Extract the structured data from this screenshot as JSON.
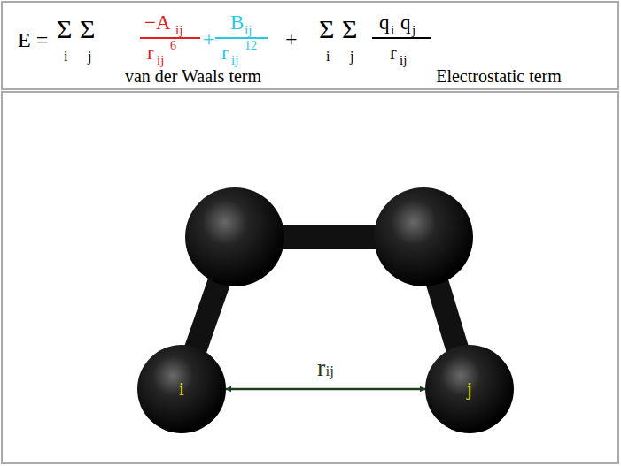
{
  "diagram": {
    "nodes": [
      {
        "text": [
          "i"
        ]
      },
      {
        "text": [
          "j"
        ]
      }
    ],
    "edges": [
      {
        "from": 0,
        "to": 1,
        "arrow": "both",
        "label": "rij"
      }
    ],
    "labels": [
      "E =",
      "Σ",
      "Σ",
      "i",
      "j",
      "−A",
      "ij",
      "r",
      "ij",
      "6",
      "+",
      "B",
      "ij",
      "r",
      "ij",
      "12",
      "+",
      "Σ",
      "Σ",
      "i",
      "j",
      "q",
      "i",
      "q",
      "j",
      "r",
      "ij",
      "van der Waals term",
      "Electrostatic term"
    ]
  }
}
